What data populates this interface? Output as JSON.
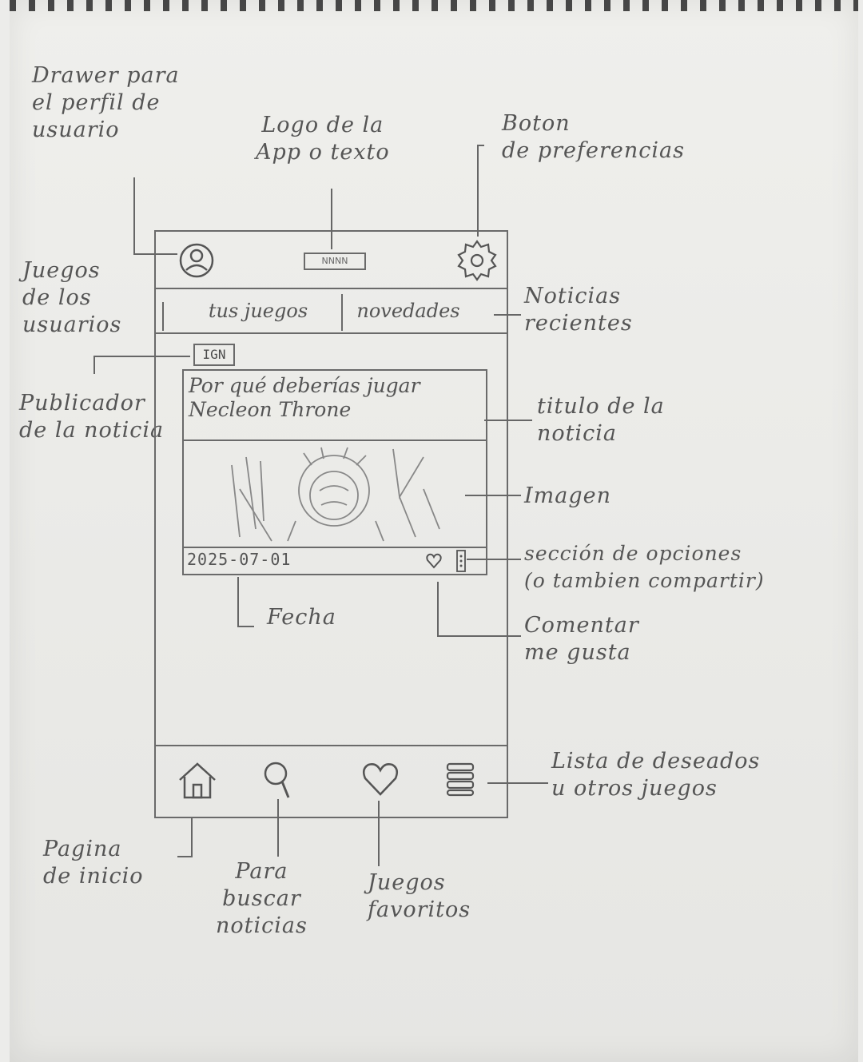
{
  "annotations": {
    "drawer": "Drawer para\nel perfil de\nusuario",
    "logo": "Logo de la\nApp o texto",
    "preferences": "Boton\nde preferencias",
    "user_games": "Juegos\nde los\nusuarios",
    "recent_news": "Noticias\nrecientes",
    "publisher": "Publicador\nde la noticia",
    "news_title": "titulo de la\nnoticia",
    "image": "Imagen",
    "options": "sección de opciones\n(o tambien compartir)",
    "date": "Fecha",
    "comment_like": "Comentar\nme gusta",
    "wishlist": "Lista de deseados\nu otros juegos",
    "home": "Pagina\nde inicio",
    "search": "Para\nbuscar\nnoticias",
    "favorites": "Juegos\nfavoritos"
  },
  "app": {
    "logo_text": "NNNN",
    "tabs": [
      "tus juegos",
      "novedades"
    ],
    "news": {
      "publisher": "IGN",
      "title": "Por qué deberías jugar Necleon Throne",
      "date": "2025-07-01"
    }
  },
  "icons": {
    "profile": "user-circle-icon",
    "settings": "gear-icon",
    "like": "heart-icon",
    "more": "vertical-dots-icon",
    "home": "home-icon",
    "search": "search-icon",
    "favorites": "heart-icon",
    "list": "stacked-list-icon"
  }
}
